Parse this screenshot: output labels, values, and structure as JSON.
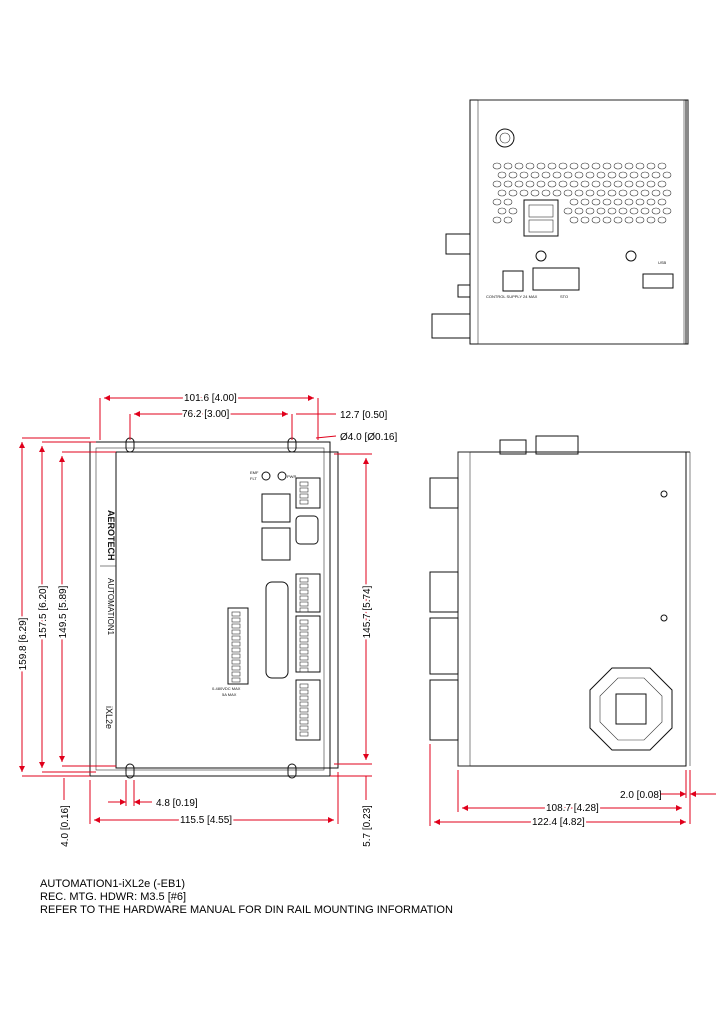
{
  "dimensions": {
    "width_101_6": "101.6 [4.00]",
    "width_76_2": "76.2 [3.00]",
    "offset_12_7": "12.7 [0.50]",
    "hole_dia": "Ø4.0 [Ø0.16]",
    "height_159_8": "159.8 [6.29]",
    "height_157_5": "157.5 [6.20]",
    "height_149_5": "149.5 [5.89]",
    "height_145_7": "145.7 [5.74]",
    "slot_4_8": "4.8 [0.19]",
    "edge_4_0": "4.0 [0.16]",
    "width_115_5": "115.5 [4.55]",
    "edge_5_7": "5.7 [0.23]",
    "depth_2_0": "2.0 [0.08]",
    "depth_108_7": "108.7 [4.28]",
    "depth_122_4": "122.4 [4.82]"
  },
  "device_labels": {
    "brand": "AEROTECH",
    "product": "AUTOMATION1",
    "model": "iXL2e",
    "emf": "EMF",
    "flt": "FLT",
    "pwr": "PWR",
    "voltage": "0-480VDC MAX",
    "current": "5A MAX",
    "usb": "USB",
    "sto": "STO",
    "control_supply": "CONTROL SUPPLY 24 MAX"
  },
  "notes": [
    "AUTOMATION1-iXL2e (-EB1)",
    "REC. MTG. HDWR: M3.5 [#6]",
    "REFER TO THE HARDWARE MANUAL FOR DIN RAIL MOUNTING INFORMATION"
  ]
}
